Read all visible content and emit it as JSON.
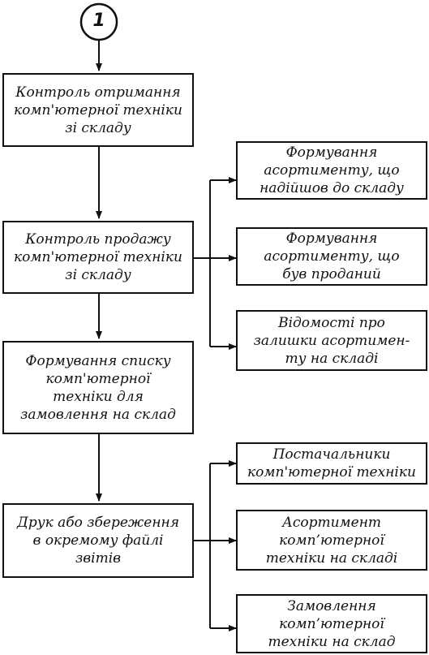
{
  "connector": {
    "label": "1"
  },
  "colors": {
    "stroke": "#111111",
    "background": "#ffffff"
  },
  "main_steps": [
    {
      "lines": [
        "Контроль отримання",
        "комп'ютерної техніки",
        "зі складу"
      ]
    },
    {
      "lines": [
        "Контроль продажу",
        "комп'ютерної техніки",
        "зі складу"
      ]
    },
    {
      "lines": [
        "Формування списку",
        "комп'ютерної",
        "техніки для",
        "замовлення на склад"
      ]
    },
    {
      "lines": [
        "Друк або збереження",
        "в окремому файлі",
        "звітів"
      ]
    }
  ],
  "upper_reports": [
    {
      "lines": [
        "Формування",
        "асортименту, що",
        "надійшов до складу"
      ]
    },
    {
      "lines": [
        "Формування",
        "асортименту, що",
        "був проданий"
      ]
    },
    {
      "lines": [
        "Відомості про",
        "залишки асортимен-",
        "ту на складі"
      ]
    }
  ],
  "lower_reports": [
    {
      "lines": [
        "Постачальники",
        "комп'ютерної техніки"
      ]
    },
    {
      "lines": [
        "Асортимент",
        "комп’ютерної",
        "техніки на складі"
      ]
    },
    {
      "lines": [
        "Замовлення",
        "комп’ютерної",
        "техніки на склад"
      ]
    }
  ]
}
